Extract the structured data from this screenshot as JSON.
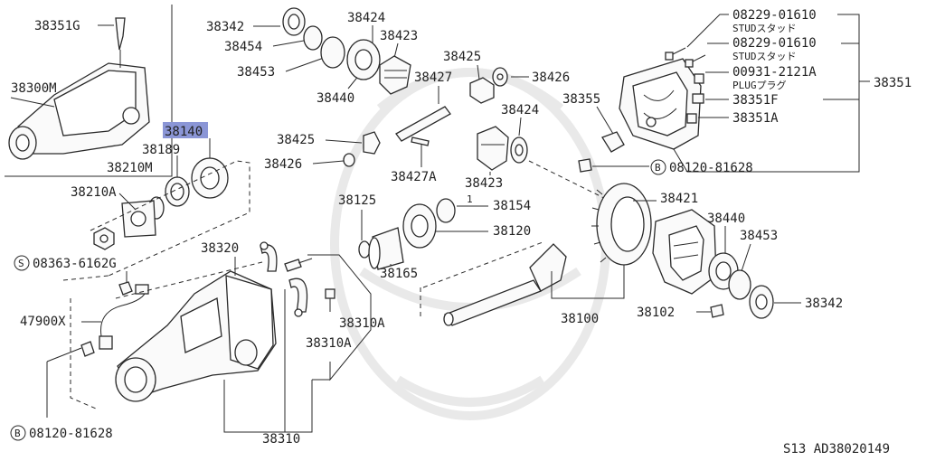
{
  "labels": {
    "l38351G": "38351G",
    "l38300M": "38300M",
    "l38140": "38140",
    "l38189": "38189",
    "l38210M": "38210M",
    "l38210A": "38210A",
    "lS08363": "08363-6162G",
    "lS_circle": "S",
    "l47900X": "47900X",
    "lB08120a": "08120-81628",
    "lB_circle_a": "B",
    "l38320": "38320",
    "l38310": "38310",
    "l38310A_1": "38310A",
    "l38310A_2": "38310A",
    "l38342_top": "38342",
    "l38454": "38454",
    "l38453_top": "38453",
    "l38440_top": "38440",
    "l38424_top": "38424",
    "l38423_top": "38423",
    "l38427": "38427",
    "l38425_top": "38425",
    "l38426_top": "38426",
    "l38425_left": "38425",
    "l38426_left": "38426",
    "l38427A": "38427A",
    "l38424_mid": "38424",
    "l38423_mid": "38423",
    "l38125": "38125",
    "l38154": "38154",
    "l38120": "38120",
    "l38165": "38165",
    "l38100": "38100",
    "l38355": "38355",
    "l08229a": "08229-01610",
    "lstud_a": "STUDスタッド",
    "l08229b": "08229-01610",
    "lstud_b": "STUDスタッド",
    "l00931": "00931-2121A",
    "lplug": "PLUGプラグ",
    "l38351F": "38351F",
    "l38351A": "38351A",
    "l38351": "38351",
    "lB08120b": "08120-81628",
    "lB_circle_b": "B",
    "l38421": "38421",
    "l38440_r": "38440",
    "l38453_r": "38453",
    "l38342_r": "38342",
    "l38102": "38102",
    "l1mark": "1",
    "footer_code": "S13  AD38020149"
  },
  "colors": {
    "highlight": "#8b96d6",
    "line": "#2a2a2a",
    "watermark": "#e9e9e9"
  },
  "highlighted_part": "38140"
}
